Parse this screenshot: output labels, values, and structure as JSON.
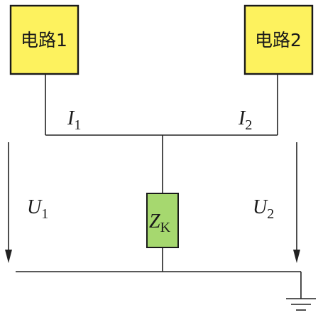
{
  "circuit1": {
    "label": "电路1"
  },
  "circuit2": {
    "label": "电路2"
  },
  "current1": {
    "symbol": "I",
    "sub": "1"
  },
  "current2": {
    "symbol": "I",
    "sub": "2"
  },
  "voltage1": {
    "symbol": "U",
    "sub": "1"
  },
  "voltage2": {
    "symbol": "U",
    "sub": "2"
  },
  "impedance": {
    "symbol": "Z",
    "sub": "K"
  },
  "colors": {
    "circuit_box_fill": "#fdf25e",
    "circuit_box_stroke": "#1a1a1a",
    "impedance_fill": "#a6d86f",
    "impedance_stroke": "#1a1a1a",
    "wire": "#222222"
  }
}
